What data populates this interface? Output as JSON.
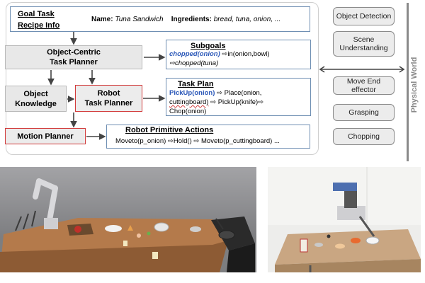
{
  "header": {
    "goal_task_label": "Goal Task",
    "recipe_info_label": "Recipe Info",
    "name_label": "Name:",
    "name_value": "Tuna Sandwich",
    "ingredients_label": "Ingredients:",
    "ingredients_value": "bread, tuna, onion, ..."
  },
  "boxes": {
    "object_centric_planner": [
      "Object-Centric",
      "Task Planner"
    ],
    "object_knowledge": [
      "Object",
      "Knowledge"
    ],
    "robot_task_planner": [
      "Robot",
      "Task Planner"
    ],
    "motion_planner": "Motion Planner"
  },
  "subgoals": {
    "title": "Subgoals",
    "line1_action": "chopped(onion)",
    "line1_rest": "⇨in(onion,bowl)",
    "line2": "⇨chopped(tuna)"
  },
  "task_plan": {
    "title": "Task Plan",
    "line1_action": "PickUp(onion)",
    "line1_rest": "⇨ Place(onion,",
    "line2_a": "cuttingboard)",
    "line2_b": "⇨ PickUp(knife)⇨",
    "line3": "Chop(onion)"
  },
  "primitive_actions": {
    "title": "Robot Primitive Actions",
    "line": "Moveto(p_onion) ⇨Hold() ⇨ Moveto(p_cuttingboard) ..."
  },
  "modules": [
    "Object Detection",
    "Scene Understanding",
    "Move End effector",
    "Grasping",
    "Chopping"
  ],
  "physical_world_label": "Physical World",
  "colors": {
    "accent_blue": "#2a57b8",
    "robot_box_red": "#d23b3b",
    "box_grey": "#e8e8e8"
  }
}
